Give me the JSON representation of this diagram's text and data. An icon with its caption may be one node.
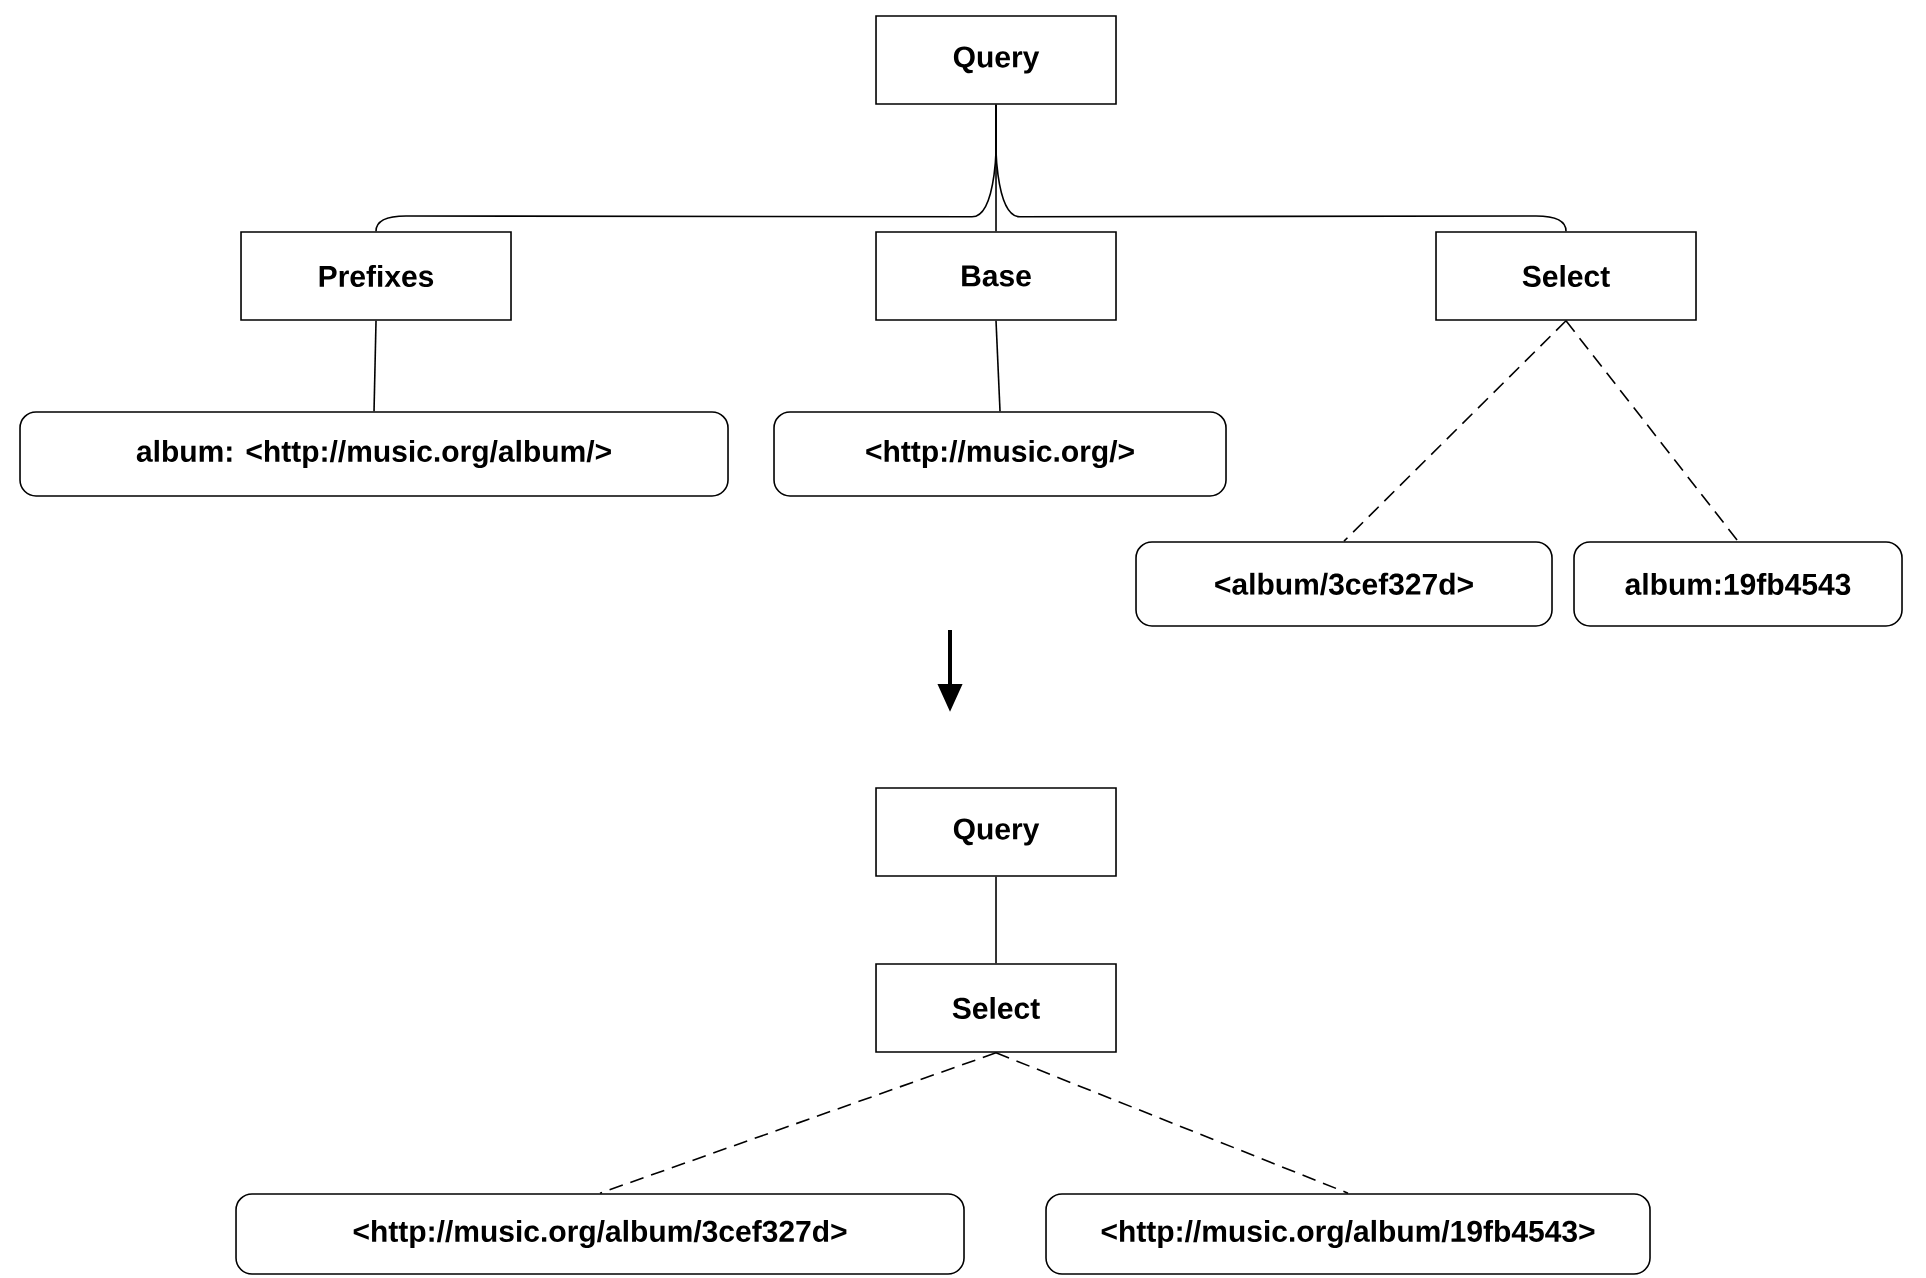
{
  "diagram": {
    "nodes": [
      {
        "text": [
          "Query"
        ]
      },
      {
        "text": [
          "Prefixes"
        ]
      },
      {
        "text": [
          "Base"
        ]
      },
      {
        "text": [
          "Select"
        ]
      },
      {
        "text": [
          "album: <http://music.org/album/>"
        ]
      },
      {
        "text": [
          "<http://music.org/>"
        ]
      },
      {
        "text": [
          "<album/3cef327d>"
        ]
      },
      {
        "text": [
          "album:19fb4543"
        ]
      },
      {
        "text": [
          "Query"
        ]
      },
      {
        "text": [
          "Select"
        ]
      },
      {
        "text": [
          "<http://music.org/album/3cef327d>"
        ]
      },
      {
        "text": [
          "<http://music.org/album/19fb4543>"
        ]
      }
    ],
    "edges": [
      {
        "from": 0,
        "to": 1,
        "arrow": "none"
      },
      {
        "from": 0,
        "to": 2,
        "arrow": "none"
      },
      {
        "from": 0,
        "to": 3,
        "arrow": "none"
      },
      {
        "from": 1,
        "to": 4,
        "arrow": "none"
      },
      {
        "from": 2,
        "to": 5,
        "arrow": "none"
      },
      {
        "from": 3,
        "to": 6,
        "arrow": "none",
        "style": "dashed"
      },
      {
        "from": 3,
        "to": 7,
        "arrow": "none",
        "style": "dashed"
      },
      {
        "from": 8,
        "to": 9,
        "arrow": "none"
      },
      {
        "from": 9,
        "to": 10,
        "arrow": "none",
        "style": "dashed"
      },
      {
        "from": 9,
        "to": 11,
        "arrow": "none",
        "style": "dashed"
      }
    ]
  }
}
